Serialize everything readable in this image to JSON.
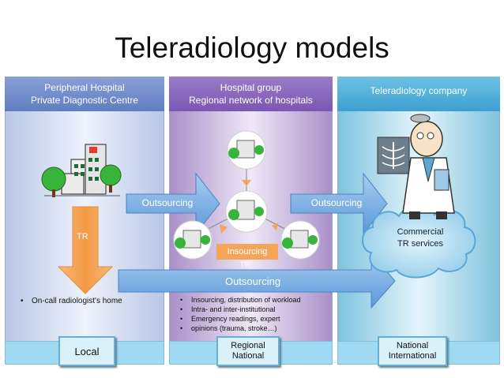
{
  "title": "Teleradiology models",
  "columns": [
    {
      "header_line1": "Peripheral Hospital",
      "header_line2": "Private Diagnostic Centre"
    },
    {
      "header_line1": "Hospital group",
      "header_line2": "Regional network of hospitals"
    },
    {
      "header_line1": "Teleradiology company",
      "header_line2": ""
    }
  ],
  "arrows": {
    "outsourcing_left": "Outsourcing",
    "outsourcing_right": "Outsourcing",
    "outsourcing_bottom": "Outsourcing",
    "tr": "TR",
    "insourcing": "Insourcing",
    "insourcing_tr": "TR"
  },
  "cloud": {
    "line1": "Commercial",
    "line2": "TR services"
  },
  "bullets_left": [
    "On-call radiologist's home"
  ],
  "bullets_middle": [
    "Insourcing, distribution of workload",
    "Intra- and inter-institutional",
    "Emergency readings, expert",
    "opinions (trauma, stroke…)"
  ],
  "tags": [
    {
      "line1": "Local",
      "line2": ""
    },
    {
      "line1": "Regional",
      "line2": "National"
    },
    {
      "line1": "National",
      "line2": "International"
    }
  ],
  "colors": {
    "blue_arrow": "#7fb2e5",
    "orange_arrow": "#f5a55a",
    "cloud": "#a9d8f0"
  }
}
